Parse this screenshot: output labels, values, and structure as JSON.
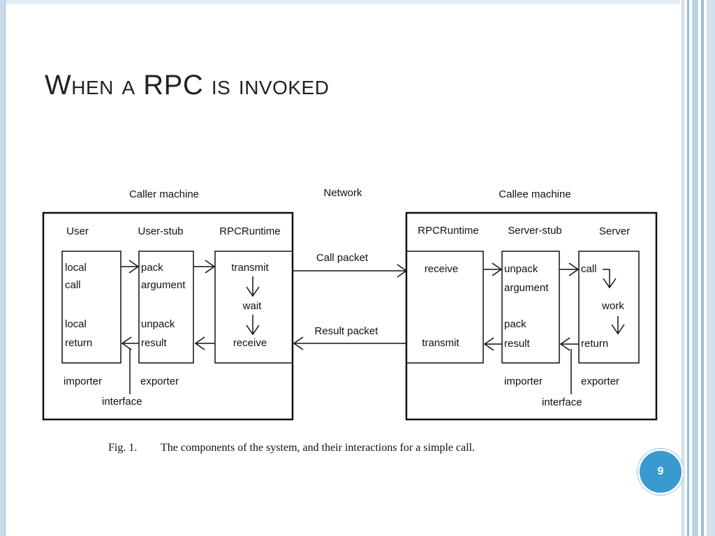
{
  "slide": {
    "title": "When a RPC is invoked",
    "page_number": "9",
    "colors": {
      "accent": "#3a9ad0",
      "frame": "#c9dcea"
    }
  },
  "figure": {
    "caller_heading": "Caller machine",
    "network_heading": "Network",
    "callee_heading": "Callee machine",
    "caller": {
      "user": "User",
      "user_stub": "User-stub",
      "rpc_runtime": "RPCRuntime",
      "user_box": [
        "local",
        "call",
        "local",
        "return"
      ],
      "stub_box": [
        "pack",
        "argument",
        "unpack",
        "result"
      ],
      "runtime_box": [
        "transmit",
        "wait",
        "receive"
      ],
      "importer": "importer",
      "exporter": "exporter",
      "interface": "interface"
    },
    "network": {
      "call_packet": "Call packet",
      "result_packet": "Result packet"
    },
    "callee": {
      "rpc_runtime": "RPCRuntime",
      "server_stub": "Server-stub",
      "server": "Server",
      "runtime_box": [
        "receive",
        "transmit"
      ],
      "stub_box": [
        "unpack",
        "argument",
        "pack",
        "result"
      ],
      "server_box": [
        "call",
        "work",
        "return"
      ],
      "importer": "importer",
      "exporter": "exporter",
      "interface": "interface"
    },
    "caption_label": "Fig. 1.",
    "caption_text": "The components of the system, and their interactions for a simple call."
  }
}
